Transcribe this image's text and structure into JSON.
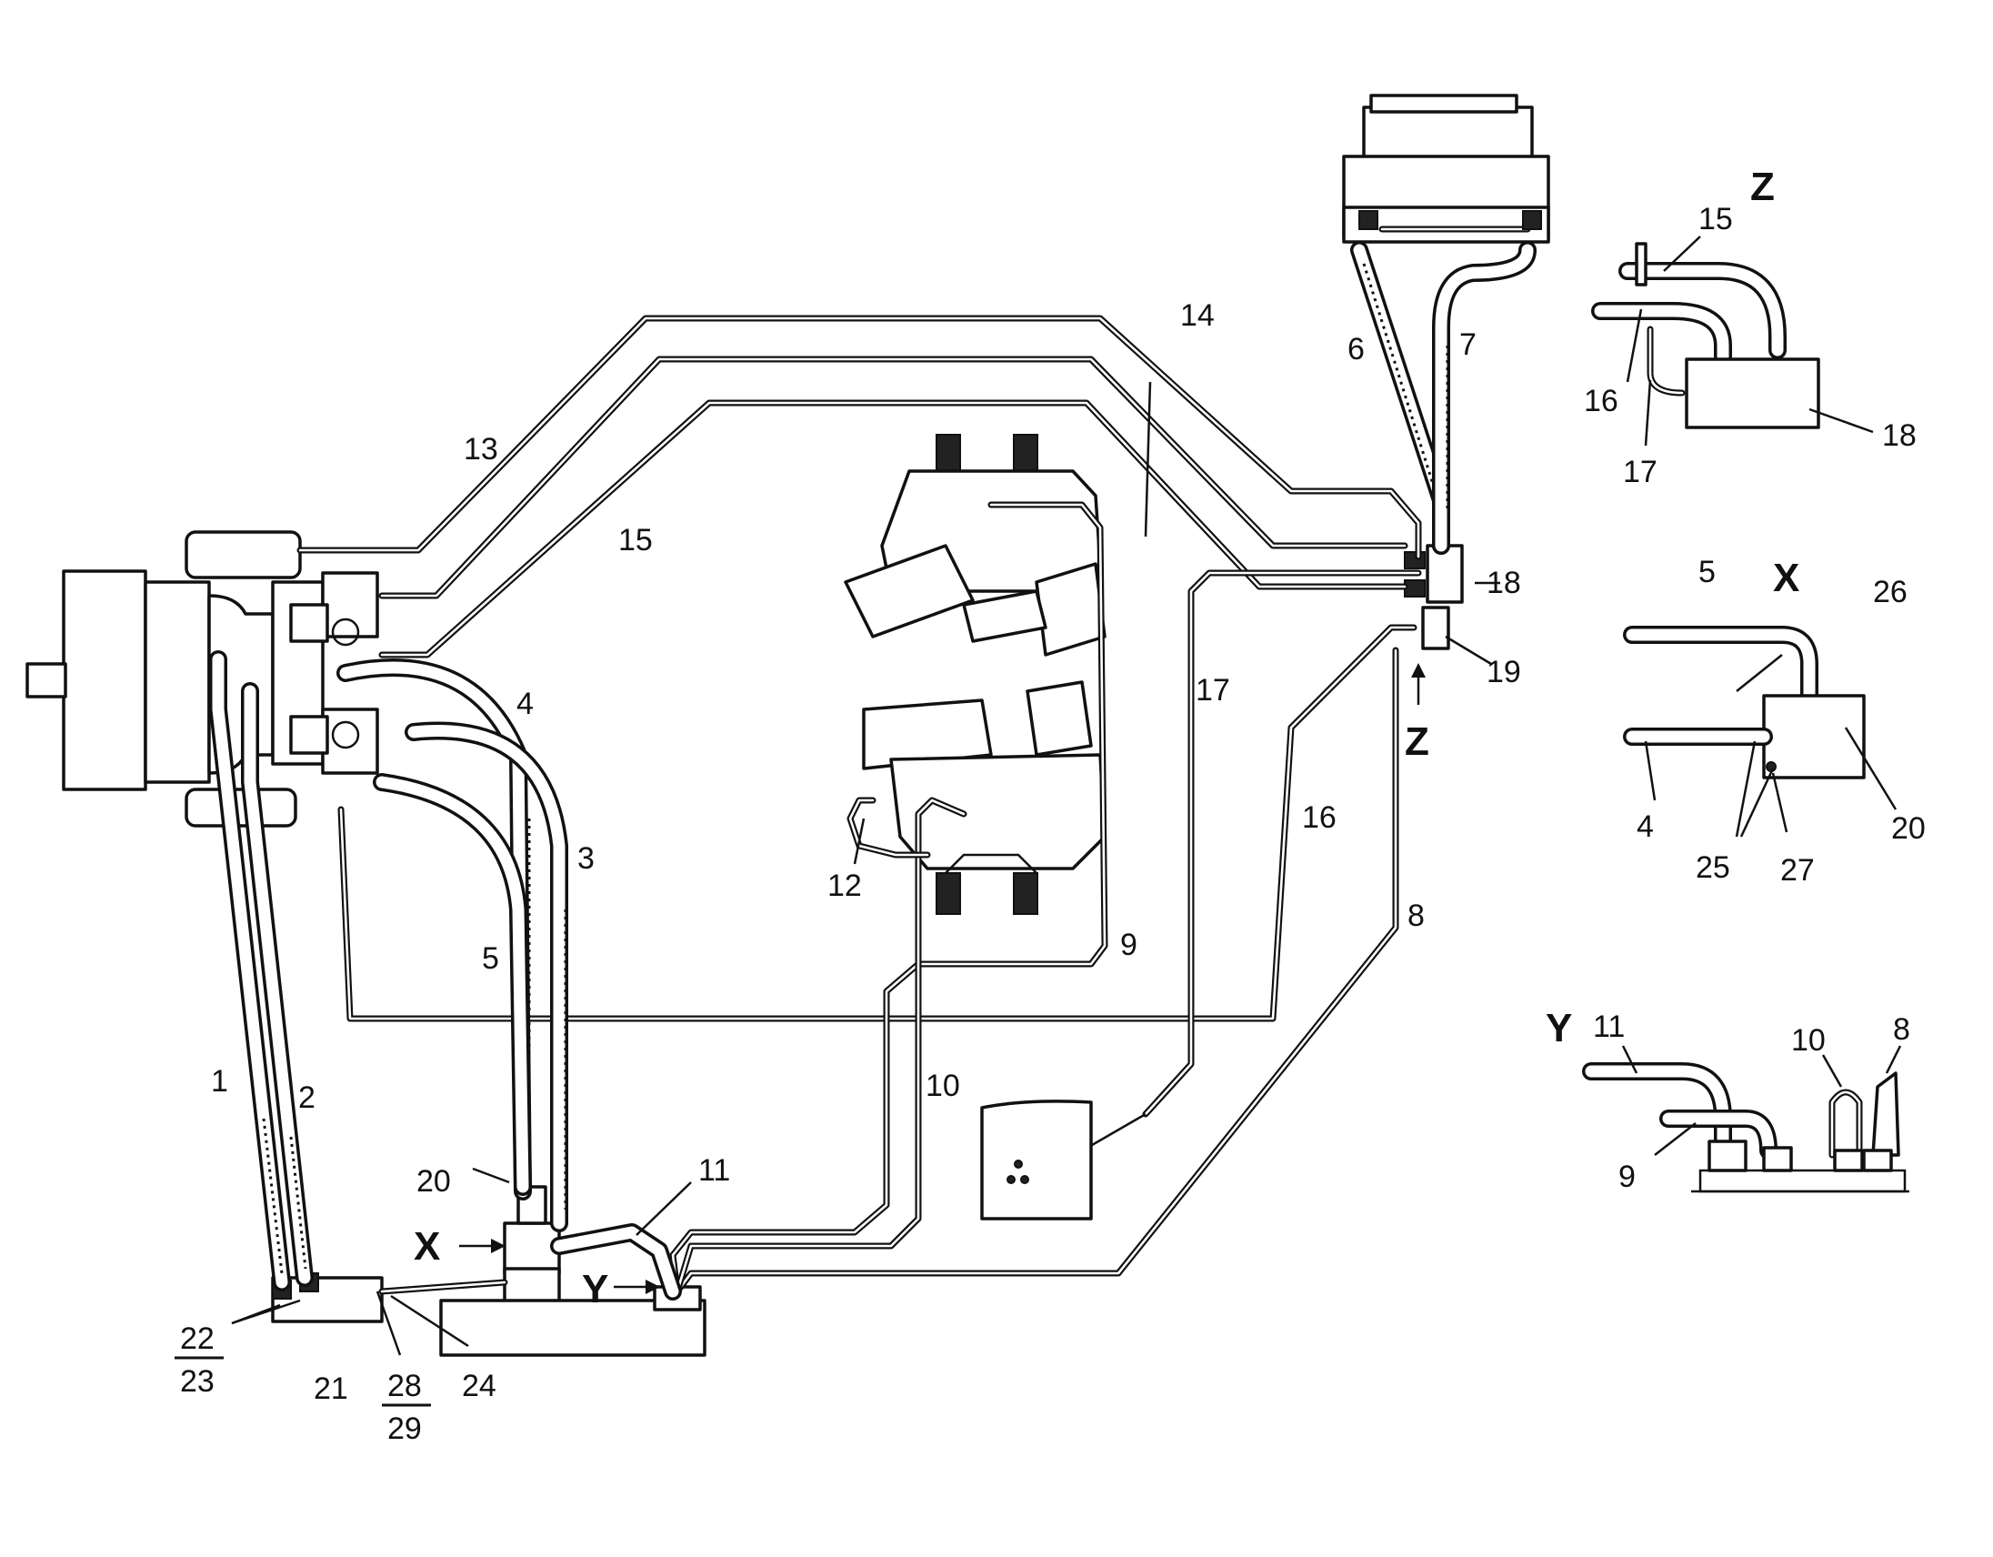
{
  "callouts": {
    "c1": "1",
    "c2": "2",
    "c3": "3",
    "c4": "4",
    "c5": "5",
    "c6": "6",
    "c7": "7",
    "c8": "8",
    "c9": "9",
    "c10": "10",
    "c11": "11",
    "c12": "12",
    "c13": "13",
    "c14": "14",
    "c15": "15",
    "c16": "16",
    "c17": "17",
    "c18": "18",
    "c19": "19",
    "c20": "20",
    "c21": "21",
    "c24": "24",
    "c22_23_top": "22",
    "c22_23_bottom": "23",
    "c28_29_top": "28",
    "c28_29_bottom": "29"
  },
  "view_markers": {
    "x": "X",
    "y": "Y",
    "z": "Z"
  },
  "detail_z": {
    "title": "Z",
    "labels": [
      "15",
      "16",
      "17",
      "18"
    ]
  },
  "detail_x": {
    "title": "X",
    "labels": [
      "5",
      "26",
      "4",
      "20",
      "25",
      "27"
    ]
  },
  "detail_y": {
    "title": "Y",
    "labels": [
      "11",
      "10",
      "8",
      "9"
    ]
  }
}
